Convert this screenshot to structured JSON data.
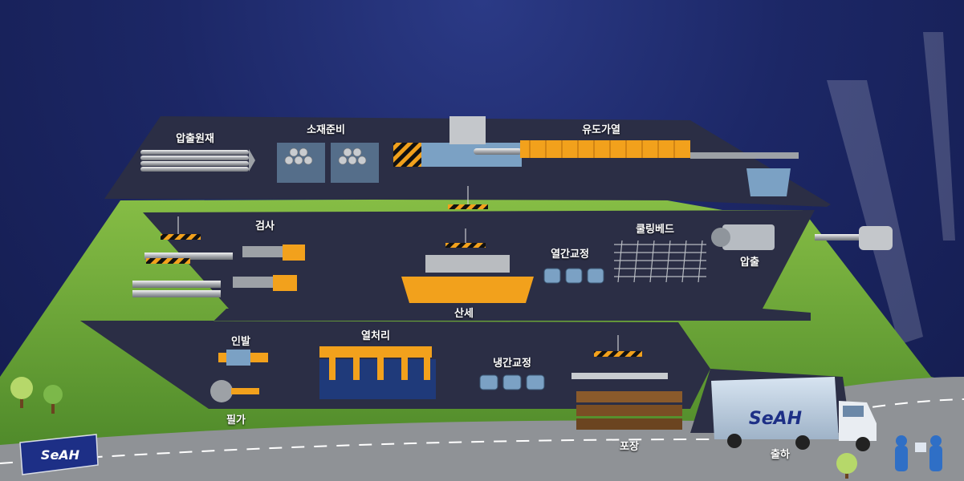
{
  "brand": {
    "logo_text": "SeAH",
    "truck_text": "SeAH"
  },
  "colors": {
    "background": "#1c2766",
    "floor": "#2b2e45",
    "grass": "#6fa83a",
    "equipment_orange": "#f2a11c",
    "road": "#8f9296",
    "soil": "#5a3a16"
  },
  "steps": [
    {
      "id": "raw",
      "label": "압출원재"
    },
    {
      "id": "prep",
      "label": "소재준비"
    },
    {
      "id": "heating",
      "label": "유도가열"
    },
    {
      "id": "extrusion",
      "label": "압출"
    },
    {
      "id": "cooling_bed",
      "label": "쿨링베드"
    },
    {
      "id": "hot_straightening",
      "label": "열간교정"
    },
    {
      "id": "pickling",
      "label": "산세"
    },
    {
      "id": "inspection",
      "label": "검사"
    },
    {
      "id": "drawing",
      "label": "인발"
    },
    {
      "id": "pilger",
      "label": "필가"
    },
    {
      "id": "heat_treatment",
      "label": "열처리"
    },
    {
      "id": "cold_straightening",
      "label": "냉간교정"
    },
    {
      "id": "packing",
      "label": "포장"
    },
    {
      "id": "shipping",
      "label": "출하"
    }
  ]
}
